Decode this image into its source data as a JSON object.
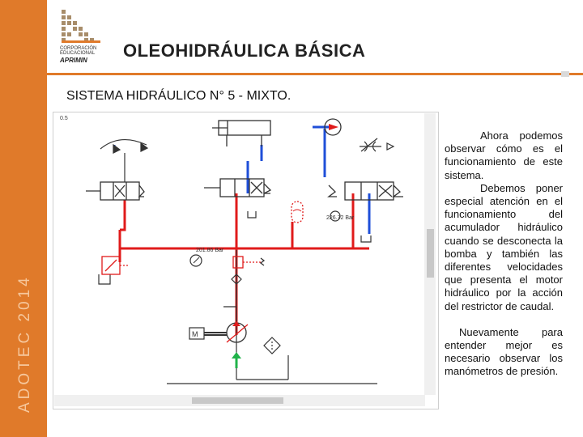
{
  "header": {
    "title": "OLEOHIDRÁULICA BÁSICA",
    "logo_line1": "CORPORACIÓN",
    "logo_line2": "EDUCACIONAL",
    "logo_brand": "APRIMIN"
  },
  "sidebar": {
    "watermark": "ADOTEC 2014"
  },
  "slide": {
    "subtitle": "SISTEMA  HIDRÁULICO N° 5  -  MIXTO."
  },
  "diagram": {
    "corner_label": "0.5",
    "gauge_left_reading": "201.86 Bar",
    "gauge_right_reading": "226.72 Bar",
    "colors": {
      "pressure": "#e01b1b",
      "return": "#1f4fd8",
      "neutral": "#333333",
      "flow": "#21b34a"
    }
  },
  "text": {
    "para1": "Ahora podemos observar cómo es el funcionamiento de este sistema.",
    "para2": "Debemos poner especial atención en el funcionamiento del acumulador hidráulico cuando se desconecta la bomba y también las diferentes velocidades que presenta el motor hidráulico por la acción del restrictor de caudal.",
    "para3": "Nuevamente para entender mejor es necesario observar los manómetros de presión."
  }
}
